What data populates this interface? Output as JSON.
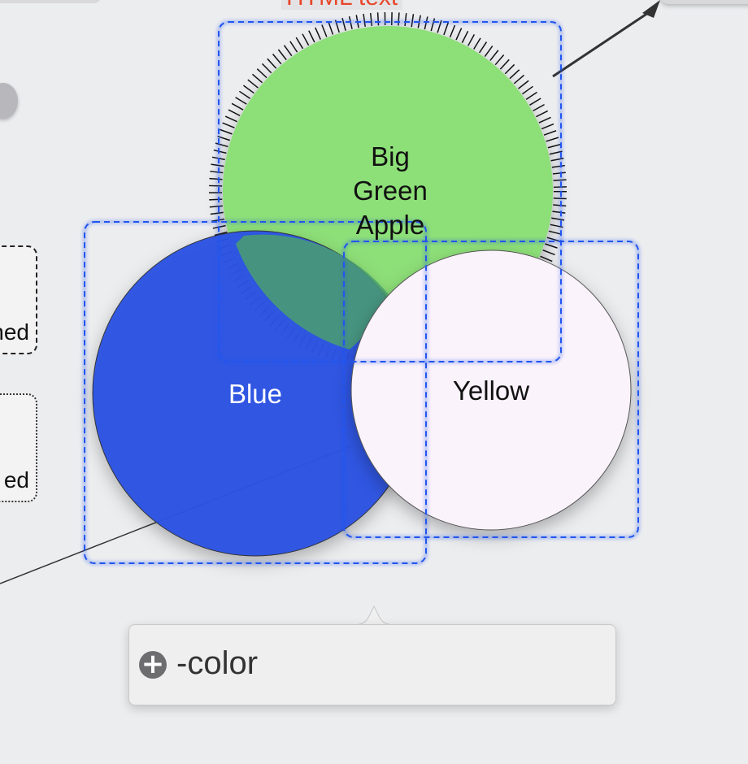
{
  "diagram": {
    "html_text": "HTML text",
    "nodes": {
      "big_green": {
        "label_lines": [
          "Big",
          "Green",
          "Apple"
        ],
        "fill": "#8ddf78"
      },
      "blue": {
        "label": "Blue",
        "fill": "#2a52e3"
      },
      "yellow": {
        "label": "Yellow",
        "fill": "#fbf3fb"
      }
    },
    "side_nodes": {
      "dashed": {
        "label": "hed"
      },
      "dotted": {
        "label": "ed"
      }
    },
    "selection_color": "#2255ee",
    "edge_color": "#333333"
  },
  "popover": {
    "add_label": "-color",
    "add_icon": "plus-circle-icon"
  }
}
